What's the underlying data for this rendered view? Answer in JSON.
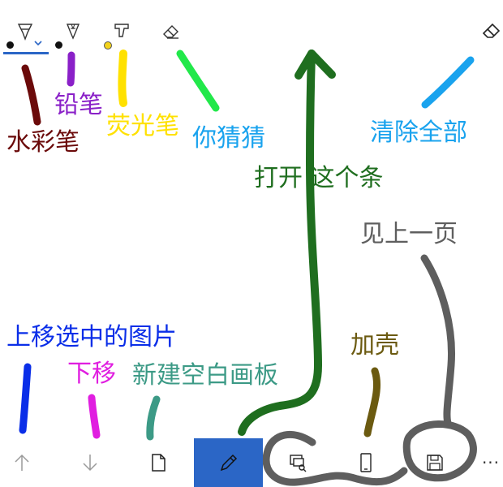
{
  "toolbar": {
    "tools": [
      {
        "name": "watercolor-pen",
        "dot_color": "#111111",
        "selected": true
      },
      {
        "name": "pencil",
        "dot_color": "#111111"
      },
      {
        "name": "highlighter",
        "dot_color": "#f2d21b"
      },
      {
        "name": "eraser"
      }
    ],
    "clear_all_icon": "eraser-icon"
  },
  "annotations": {
    "watercolor": "水彩笔",
    "pencil": "铅笔",
    "highlighter": "荧光笔",
    "eraser": "你猜猜",
    "clear_all": "清除全部",
    "open_bar": "打开  这个条",
    "previous_page": "见上一页",
    "move_up": "上移选中的图片",
    "move_down": "下移",
    "new_board": "新建空白画板",
    "add_shell": "加壳"
  },
  "colors": {
    "watercolor": "#6b0a0a",
    "pencil": "#8a20c8",
    "highlighter": "#ffe100",
    "eraser": "#22e84a",
    "clear_all": "#1aa3ee",
    "open_bar": "#1f6e1f",
    "previous_page": "#5e5e5e",
    "move_up": "#0a2ee8",
    "move_down": "#e01ee0",
    "new_board": "#3c9a86",
    "add_shell": "#6b5a10",
    "accent": "#2b66c6"
  },
  "bottom_bar": {
    "buttons": [
      {
        "icon": "arrow-up-icon"
      },
      {
        "icon": "arrow-down-icon"
      },
      {
        "icon": "new-page-icon"
      },
      {
        "icon": "pen-icon",
        "active": true
      },
      {
        "icon": "search-image-icon"
      },
      {
        "icon": "phone-icon"
      },
      {
        "icon": "save-icon"
      }
    ],
    "more_label": "···"
  }
}
